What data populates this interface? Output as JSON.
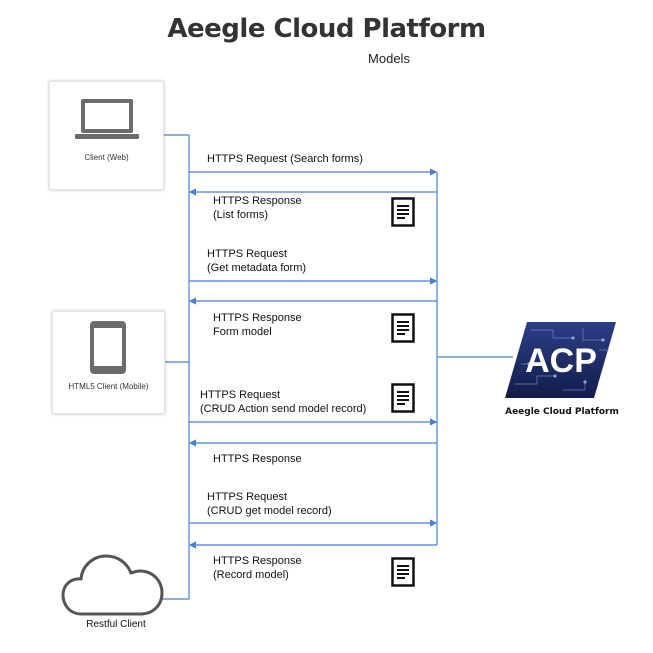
{
  "header": {
    "title": "Aeegle Cloud Platform",
    "subtitle": "Models"
  },
  "clients": {
    "web": {
      "label": "Client (Web)"
    },
    "mobile": {
      "label": "HTML5 Client (Mobile)"
    },
    "restful": {
      "label": "Restful Client"
    }
  },
  "messages": [
    {
      "line1": "HTTPS Request (Search forms)",
      "line2": ""
    },
    {
      "line1": "HTTPS Response",
      "line2": "(List forms)"
    },
    {
      "line1": "HTTPS Request",
      "line2": "(Get metadata form)"
    },
    {
      "line1": "HTTPS Response",
      "line2": "Form model"
    },
    {
      "line1": "HTTPS Request",
      "line2": "(CRUD Action send model record)"
    },
    {
      "line1": "HTTPS Response",
      "line2": ""
    },
    {
      "line1": "HTTPS Request",
      "line2": "(CRUD get model record)"
    },
    {
      "line1": "HTTPS Response",
      "line2": "(Record model)"
    }
  ],
  "server": {
    "logo_text": "ACP",
    "caption": "Aeegle Cloud Platform"
  },
  "colors": {
    "line": "#4a7fd4",
    "logo_bg": "#1b2a63",
    "icon_gray": "#6b6b6b"
  }
}
